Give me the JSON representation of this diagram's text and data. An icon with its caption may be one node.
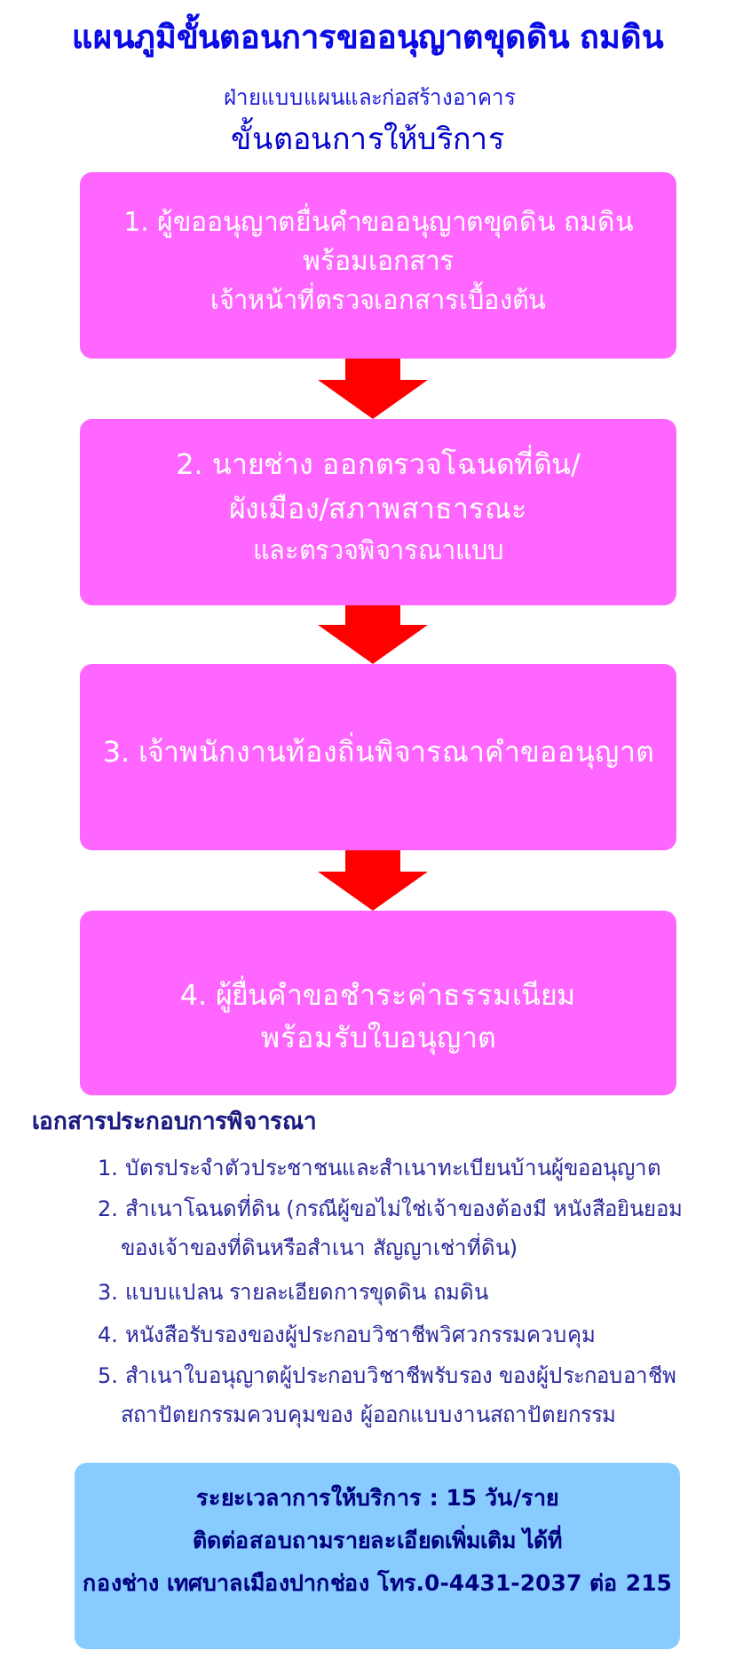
{
  "diagram": {
    "title": "แผนภูมิขั้นตอนการขออนุญาตขุดดิน ถมดิน",
    "nodes": [
      {
        "text": [
          "1. ผู้ขออนุญาตยื่นคำขออนุญาตขุดดิน ถมดิน พร้อมเอกสาร",
          "เจ้าหน้าที่ตรวจเอกสารเบื้องต้น"
        ]
      },
      {
        "text": [
          "2. นายช่าง ออกตรวจโฉนดที่ดิน/ ผังเมือง/สภาพสาธารณะ",
          "และตรวจพิจารณาแบบ"
        ]
      },
      {
        "text": [
          "3. เจ้าพนักงานท้องถิ่นพิจารณาคำขออนุญาต"
        ]
      },
      {
        "text": [
          "4. ผู้ยื่นคำขอชำระค่าธรรมเนียม พร้อมรับใบอนุญาต"
        ]
      },
      {
        "text": [
          "ระยะเวลาการให้บริการ : 15 วัน/ราย",
          "ติดต่อสอบถามรายละเอียดเพิ่มเติม ได้ที่",
          "กองช่าง เทศบาลเมืองปากช่อง โทร.0-4431-2037 ต่อ 215"
        ]
      }
    ],
    "edges": [
      {
        "from": 0,
        "to": 1,
        "arrow": "to"
      },
      {
        "from": 1,
        "to": 2,
        "arrow": "to"
      },
      {
        "from": 2,
        "to": 3,
        "arrow": "to"
      }
    ],
    "labels": [
      "ฝ่ายแบบแผนและก่อสร้างอาคาร",
      "ขั้นตอนการให้บริการ",
      "เอกสารประกอบการพิจารณา",
      "1. บัตรประจำตัวประชาชนและสำเนาทะเบียนบ้านผู้ขออนุญาต",
      "2. สำเนาโฉนดที่ดิน (กรณีผู้ขอไม่ใช่เจ้าของต้องมี หนังสือยินยอม ของเจ้าของที่ดินหรือสำเนา สัญญาเช่าที่ดิน)",
      "3. แบบแปลน รายละเอียดการขุดดิน ถมดิน",
      "4. หนังสือรับรองของผู้ประกอบวิชาชีพวิศวกรรมควบคุม",
      "5. สำเนาใบอนุญาตผู้ประกอบวิชาชีพรับรอง ของผู้ประกอบอาชีพ สถาปัตยกรรมควบคุมของ ผู้ออกแบบงานสถาปัตยกรรม"
    ]
  }
}
